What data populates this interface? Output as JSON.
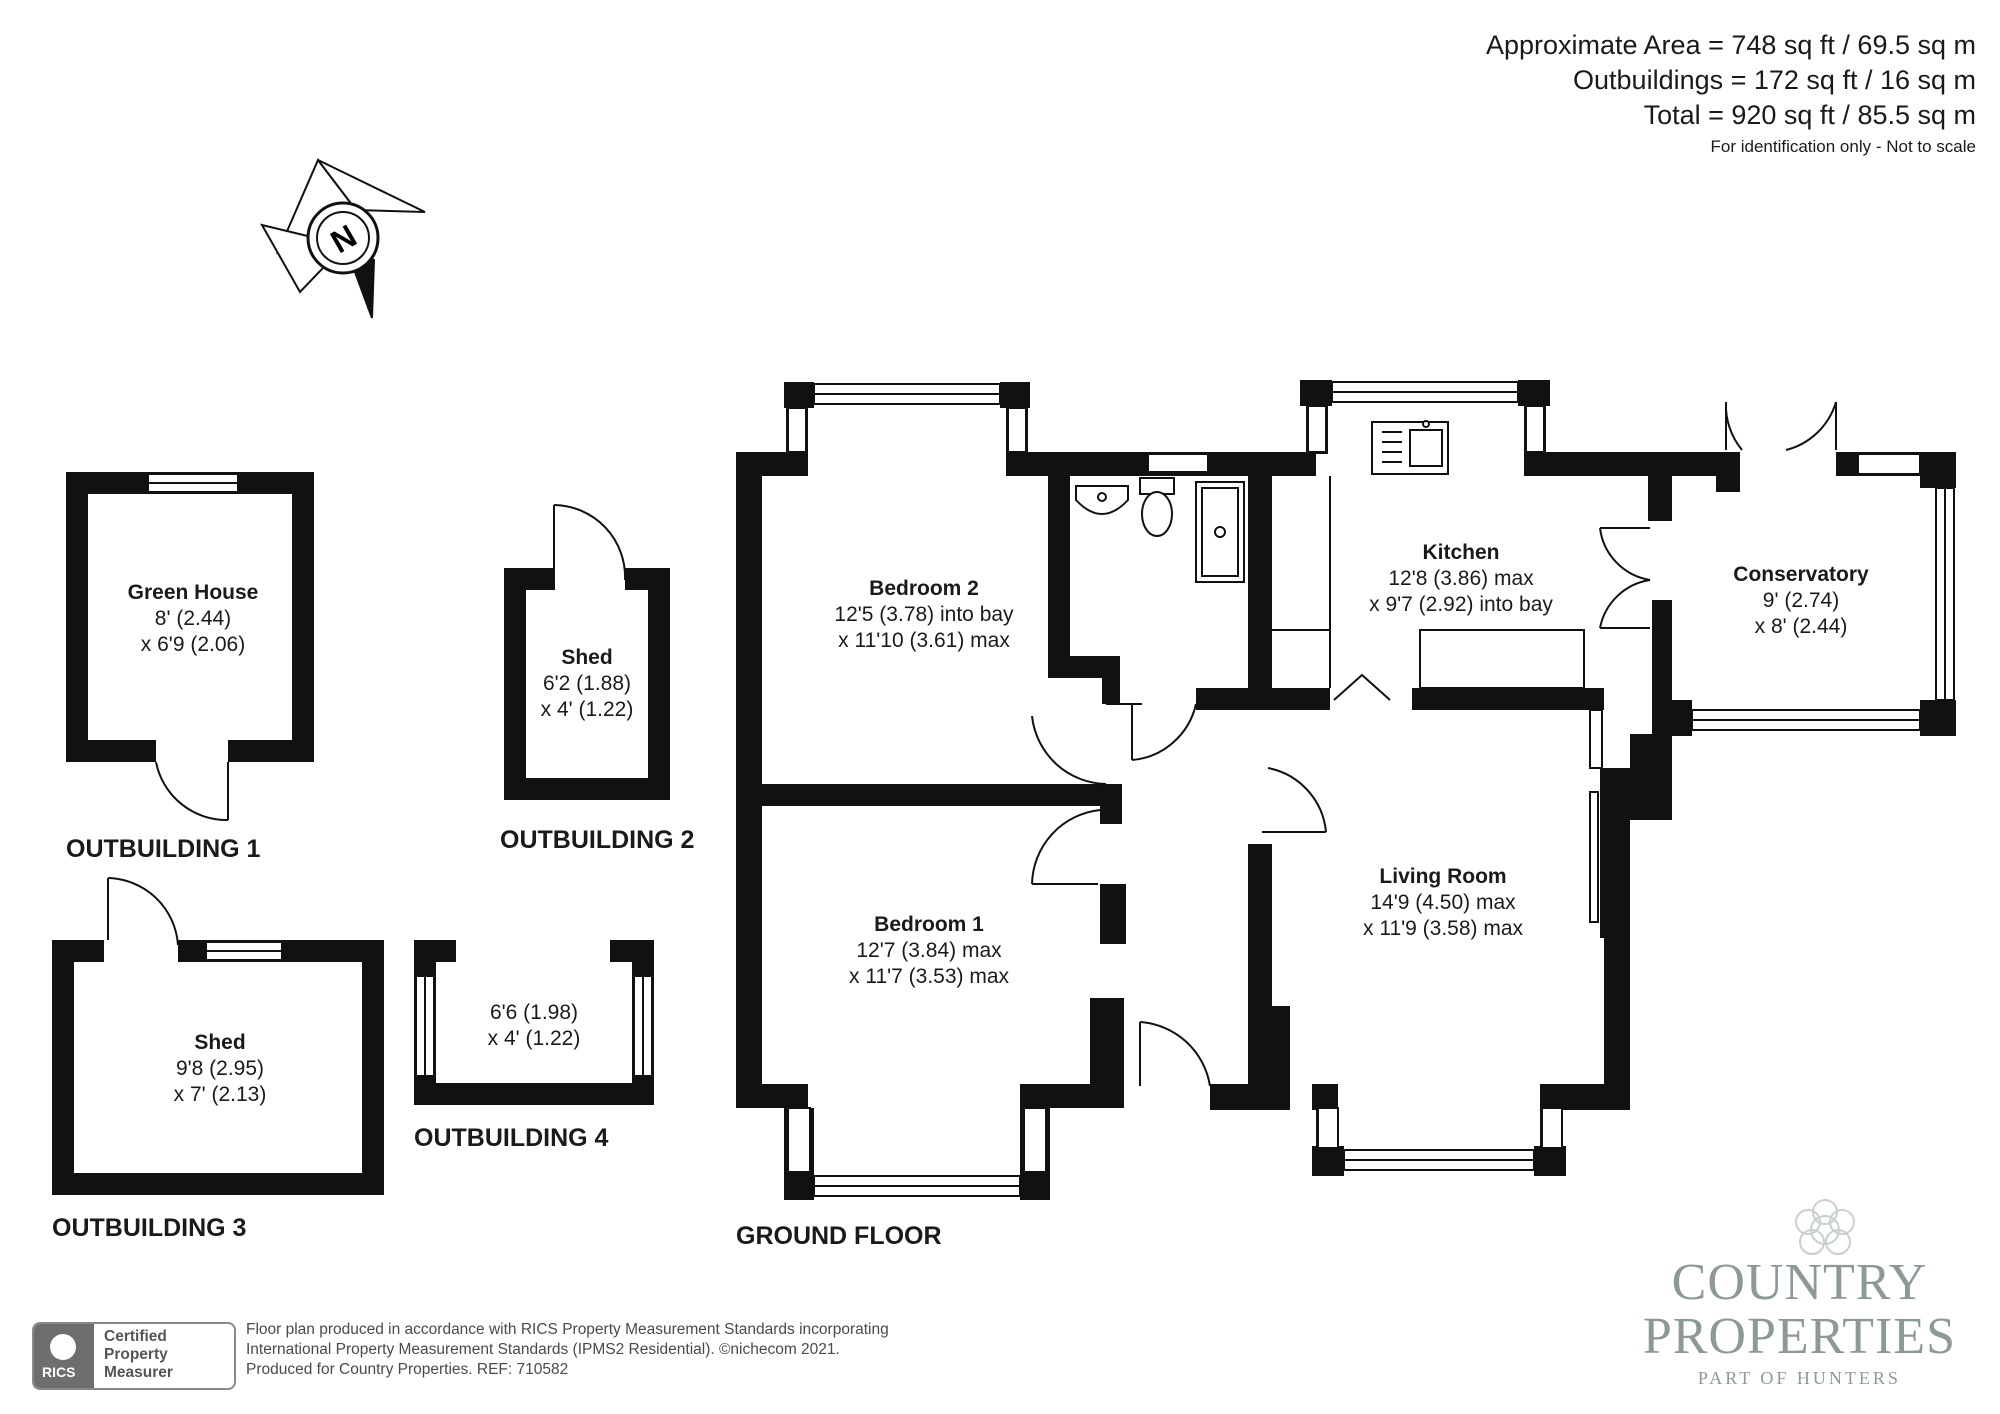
{
  "areas": {
    "approximate": "Approximate Area = 748 sq ft / 69.5 sq m",
    "outbuildings": "Outbuildings = 172 sq ft / 16 sq m",
    "total": "Total = 920 sq ft / 85.5 sq m",
    "note": "For identification only - Not to scale"
  },
  "compass": {
    "letter": "N"
  },
  "rooms": {
    "green_house": {
      "name": "Green House",
      "dim1": "8' (2.44)",
      "dim2": "x 6'9 (2.06)"
    },
    "shed_2": {
      "name": "Shed",
      "dim1": "6'2 (1.88)",
      "dim2": "x 4' (1.22)"
    },
    "shed_3": {
      "name": "Shed",
      "dim1": "9'8 (2.95)",
      "dim2": "x 7' (2.13)"
    },
    "outbuilding_4": {
      "dim1": "6'6 (1.98)",
      "dim2": "x 4' (1.22)"
    },
    "bedroom_2": {
      "name": "Bedroom 2",
      "dim1": "12'5 (3.78) into bay",
      "dim2": "x 11'10 (3.61) max"
    },
    "bedroom_1": {
      "name": "Bedroom 1",
      "dim1": "12'7 (3.84) max",
      "dim2": "x 11'7 (3.53) max"
    },
    "kitchen": {
      "name": "Kitchen",
      "dim1": "12'8 (3.86) max",
      "dim2": "x 9'7 (2.92) into bay"
    },
    "conservatory": {
      "name": "Conservatory",
      "dim1": "9' (2.74)",
      "dim2": "x 8' (2.44)"
    },
    "living_room": {
      "name": "Living Room",
      "dim1": "14'9 (4.50) max",
      "dim2": "x 11'9 (3.58) max"
    }
  },
  "sections": {
    "outbuilding_1": "OUTBUILDING 1",
    "outbuilding_2": "OUTBUILDING 2",
    "outbuilding_3": "OUTBUILDING 3",
    "outbuilding_4": "OUTBUILDING 4",
    "ground_floor": "GROUND FLOOR"
  },
  "footer": {
    "line1": "Floor plan produced in accordance with RICS Property Measurement Standards incorporating",
    "line2": "International Property Measurement Standards (IPMS2 Residential).   ©nichecom 2021.",
    "line3": "Produced for Country Properties.   REF: 710582"
  },
  "rics": {
    "abbr": "RICS",
    "cert1": "Certified",
    "cert2": "Property",
    "cert3": "Measurer"
  },
  "brand": {
    "name1": "COUNTRY",
    "name2": "PROPERTIES",
    "tagline": "PART OF HUNTERS"
  },
  "colors": {
    "wall": "#111111",
    "brand": "#8c9a92",
    "text": "#1a1a1a"
  }
}
